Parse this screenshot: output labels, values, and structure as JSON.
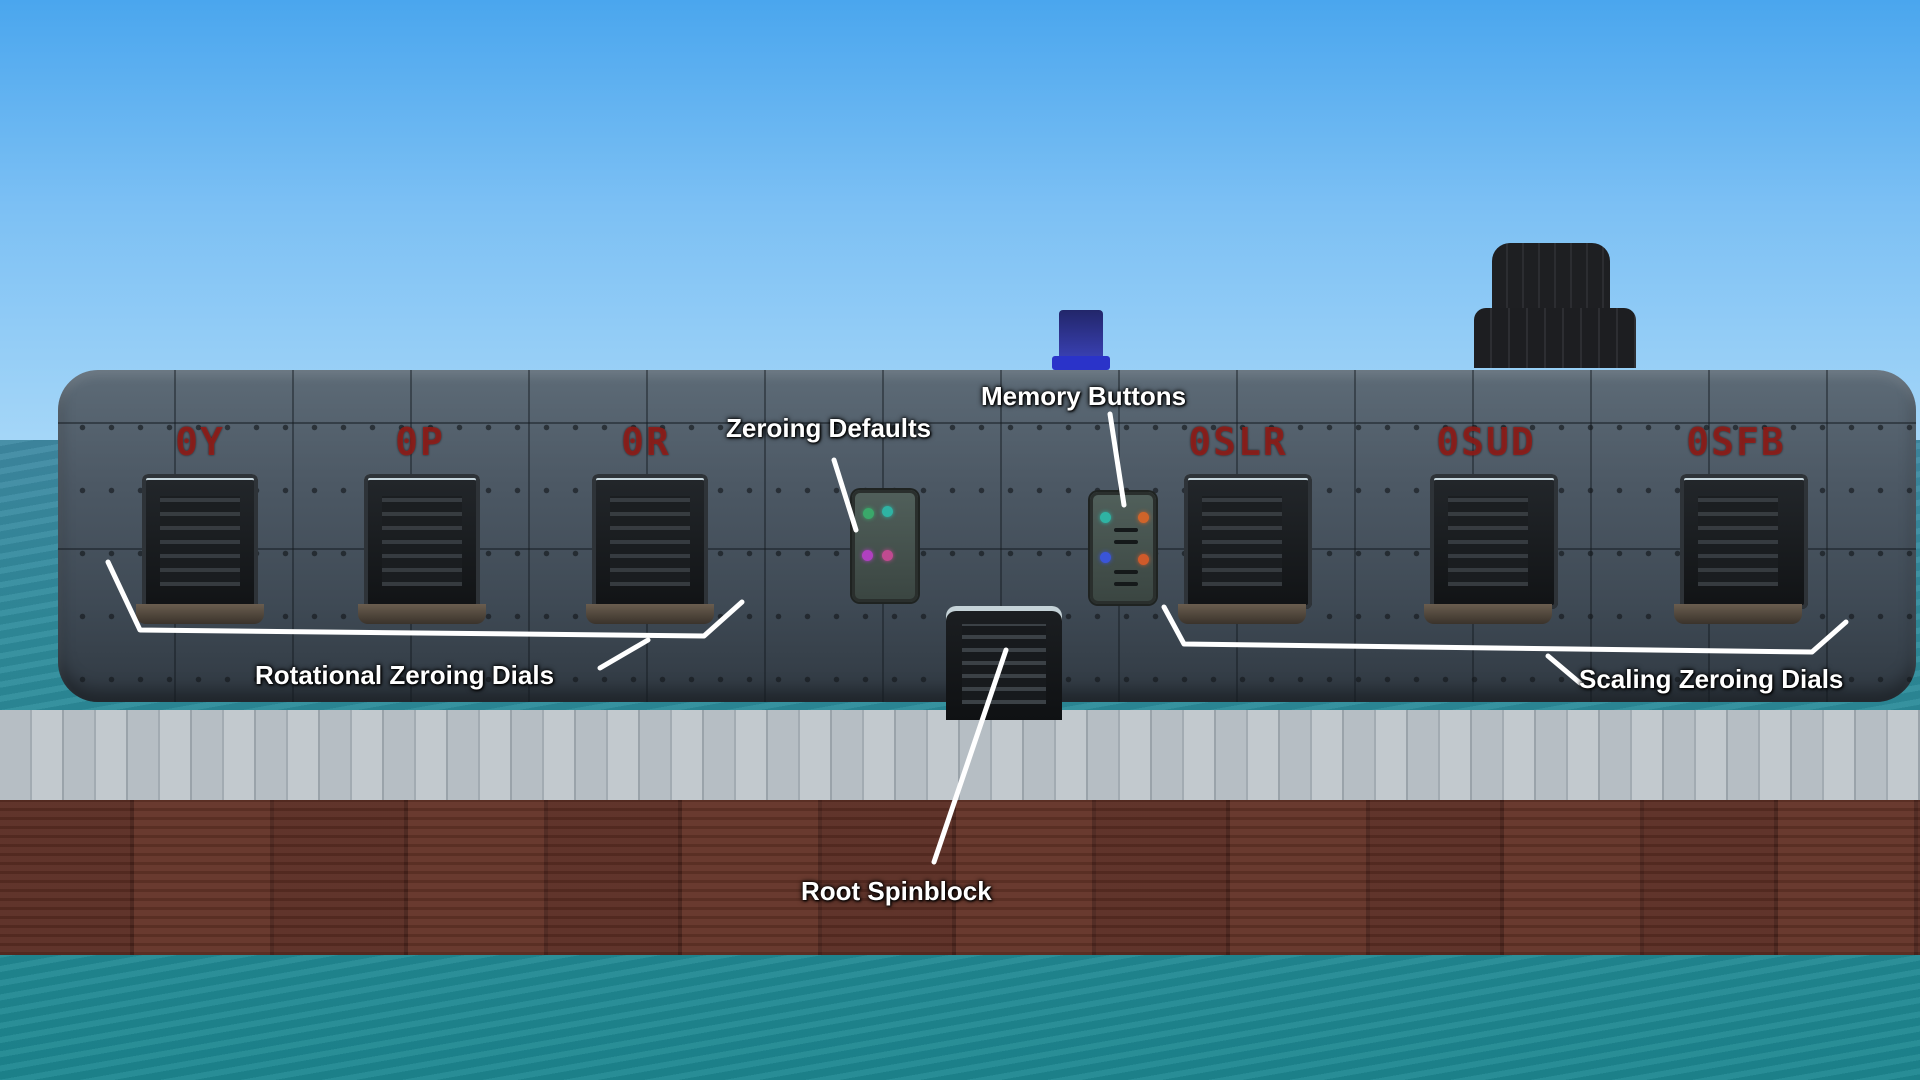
{
  "scene": {
    "rotational_dial_labels": [
      "0Y",
      "0P",
      "0R"
    ],
    "scaling_dial_labels": [
      "0SLR",
      "0SUD",
      "0SFB"
    ],
    "zeroing_defaults_leds": [
      "#3aa86a",
      "#2fb3a3",
      "#b040c0",
      "#c04a90"
    ],
    "memory_buttons_leds": [
      "#2fb3a3",
      "#d0642a",
      "#3a55d8",
      "#d05a2a"
    ],
    "colors": {
      "sky": "#6bb8f2",
      "sea": "#238a94",
      "hull": "#4c5864",
      "deck_planks": "#a9b2b9",
      "deck_side": "#5b2e24",
      "dial_label_red": "#961c18",
      "callout_text": "#ffffff"
    }
  },
  "callouts": {
    "zeroing_defaults": "Zeroing Defaults",
    "memory_buttons": "Memory Buttons",
    "rotational_zeroing_dials": "Rotational Zeroing Dials",
    "scaling_zeroing_dials": "Scaling Zeroing Dials",
    "root_spinblock": "Root Spinblock"
  }
}
